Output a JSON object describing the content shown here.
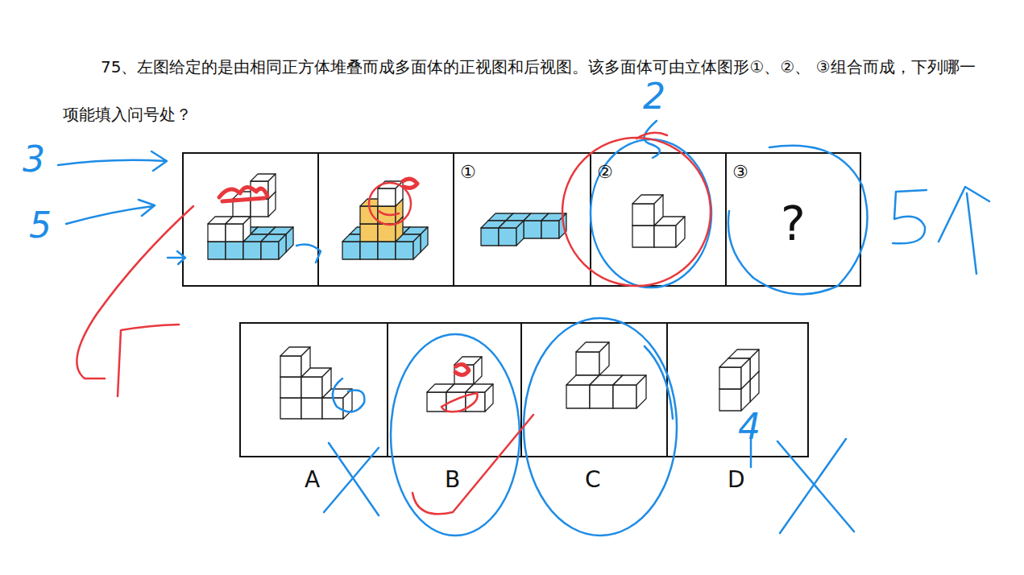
{
  "diagram": {
    "title": "75、左图给定的是由相同正方体堆叠而成多面体的正视图和后视图。该多面体可由立体图形①、②、 ③组合而成，下列哪一项能填入问号处？",
    "nodes": [
      {
        "text": [
          "①"
        ]
      },
      {
        "text": [
          "②"
        ]
      },
      {
        "text": [
          "③",
          "?"
        ]
      },
      {
        "text": [
          "A"
        ]
      },
      {
        "text": [
          "B"
        ]
      },
      {
        "text": [
          "C"
        ]
      },
      {
        "text": [
          "D"
        ]
      }
    ],
    "labels": [
      "3",
      "5",
      "2",
      "4"
    ]
  }
}
